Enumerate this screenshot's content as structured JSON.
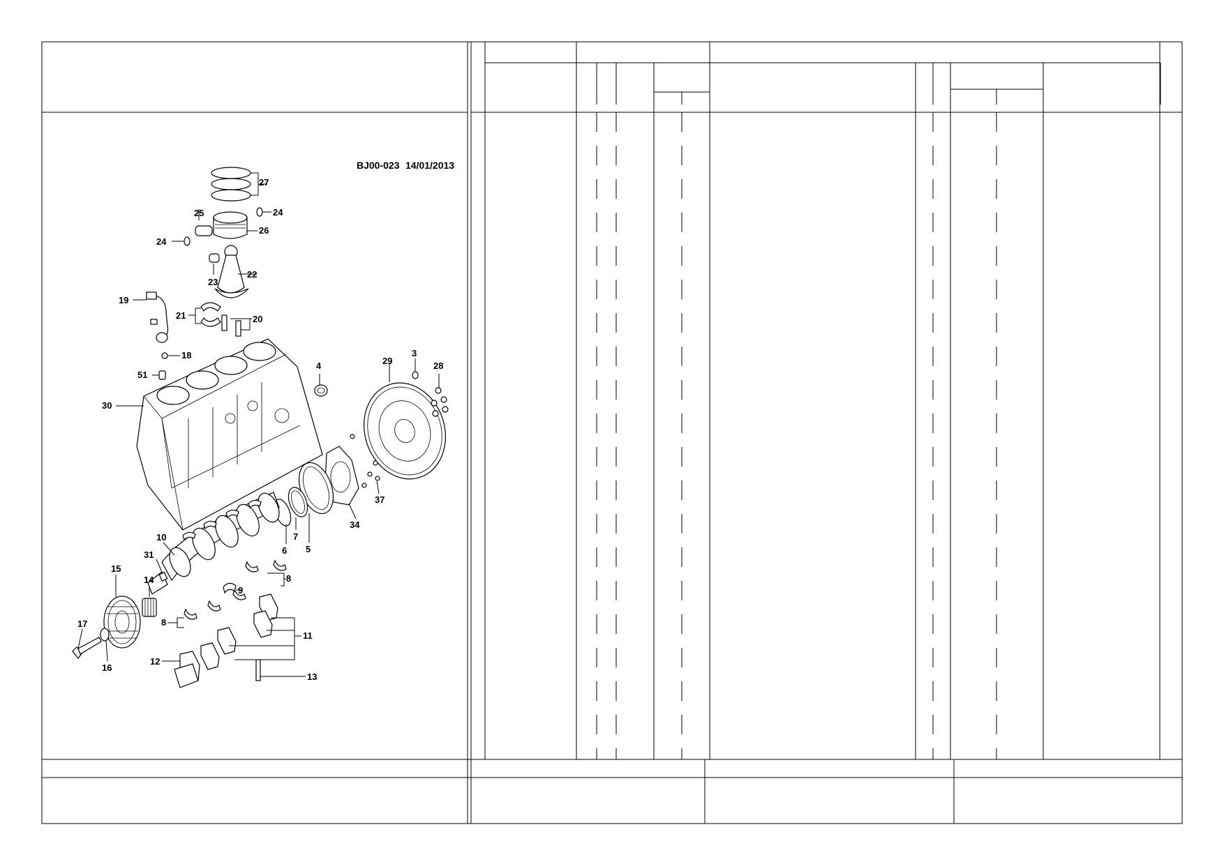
{
  "diagram": {
    "reference": "BJ00-023",
    "date": "14/01/2013",
    "callouts": {
      "c3": "3",
      "c4": "4",
      "c5": "5",
      "c6": "6",
      "c7": "7",
      "c8a": "8",
      "c8b": "8",
      "c9": "9",
      "c10": "10",
      "c11": "11",
      "c12": "12",
      "c13": "13",
      "c14": "14",
      "c15": "15",
      "c16": "16",
      "c17": "17",
      "c18": "18",
      "c19": "19",
      "c20": "20",
      "c21": "21",
      "c22": "22",
      "c23": "23",
      "c24a": "24",
      "c24b": "24",
      "c25": "25",
      "c26": "26",
      "c27": "27",
      "c28": "28",
      "c29": "29",
      "c30": "30",
      "c31": "31",
      "c34": "34",
      "c37": "37",
      "c51": "51"
    }
  }
}
